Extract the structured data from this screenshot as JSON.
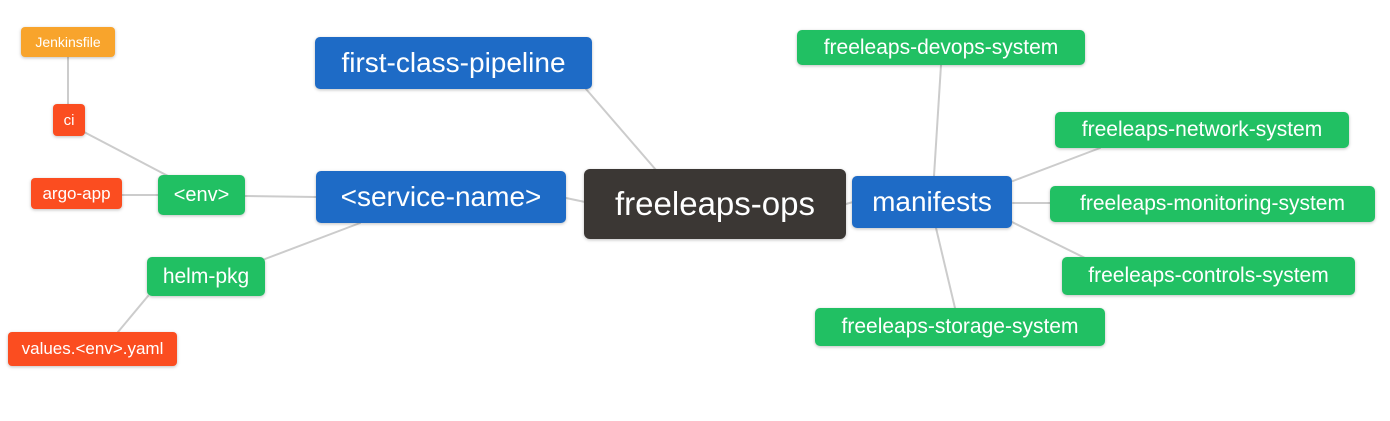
{
  "diagram": {
    "type": "mindmap",
    "root": "freeleaps_ops",
    "background": "#ffffff",
    "edge_color": "#cccccc",
    "text_color": "#ffffff",
    "palette": {
      "root": "#3b3734",
      "level1": "#1e6bc6",
      "level2": "#21c063",
      "level3": "#fb4d20",
      "level4": "#f8a42c"
    },
    "nodes": {
      "freeleaps_ops": {
        "label": "freeleaps-ops",
        "level": "root",
        "parent": null
      },
      "first_class_pipeline": {
        "label": "first-class-pipeline",
        "level": "level1",
        "parent": "freeleaps_ops"
      },
      "service_name": {
        "label": "<service-name>",
        "level": "level1",
        "parent": "freeleaps_ops"
      },
      "manifests": {
        "label": "manifests",
        "level": "level1",
        "parent": "freeleaps_ops"
      },
      "env": {
        "label": "<env>",
        "level": "level2",
        "parent": "service_name"
      },
      "helm_pkg": {
        "label": "helm-pkg",
        "level": "level2",
        "parent": "service_name"
      },
      "ci": {
        "label": "ci",
        "level": "level3",
        "parent": "env"
      },
      "argo_app": {
        "label": "argo-app",
        "level": "level3",
        "parent": "env"
      },
      "jenkinsfile": {
        "label": "Jenkinsfile",
        "level": "level4",
        "parent": "ci"
      },
      "values_env_yaml": {
        "label": "values.<env>.yaml",
        "level": "level3",
        "parent": "helm_pkg"
      },
      "freeleaps_devops_system": {
        "label": "freeleaps-devops-system",
        "level": "level2",
        "parent": "manifests"
      },
      "freeleaps_network_system": {
        "label": "freeleaps-network-system",
        "level": "level2",
        "parent": "manifests"
      },
      "freeleaps_monitoring_system": {
        "label": "freeleaps-monitoring-system",
        "level": "level2",
        "parent": "manifests"
      },
      "freeleaps_controls_system": {
        "label": "freeleaps-controls-system",
        "level": "level2",
        "parent": "manifests"
      },
      "freeleaps_storage_system": {
        "label": "freeleaps-storage-system",
        "level": "level2",
        "parent": "manifests"
      }
    },
    "edges": [
      [
        "jenkinsfile",
        "ci"
      ],
      [
        "ci",
        "env"
      ],
      [
        "argo_app",
        "env"
      ],
      [
        "env",
        "service_name"
      ],
      [
        "helm_pkg",
        "service_name"
      ],
      [
        "values_env_yaml",
        "helm_pkg"
      ],
      [
        "first_class_pipeline",
        "freeleaps_ops"
      ],
      [
        "service_name",
        "freeleaps_ops"
      ],
      [
        "freeleaps_ops",
        "manifests"
      ],
      [
        "manifests",
        "freeleaps_devops_system"
      ],
      [
        "manifests",
        "freeleaps_network_system"
      ],
      [
        "manifests",
        "freeleaps_monitoring_system"
      ],
      [
        "manifests",
        "freeleaps_controls_system"
      ],
      [
        "manifests",
        "freeleaps_storage_system"
      ]
    ]
  }
}
